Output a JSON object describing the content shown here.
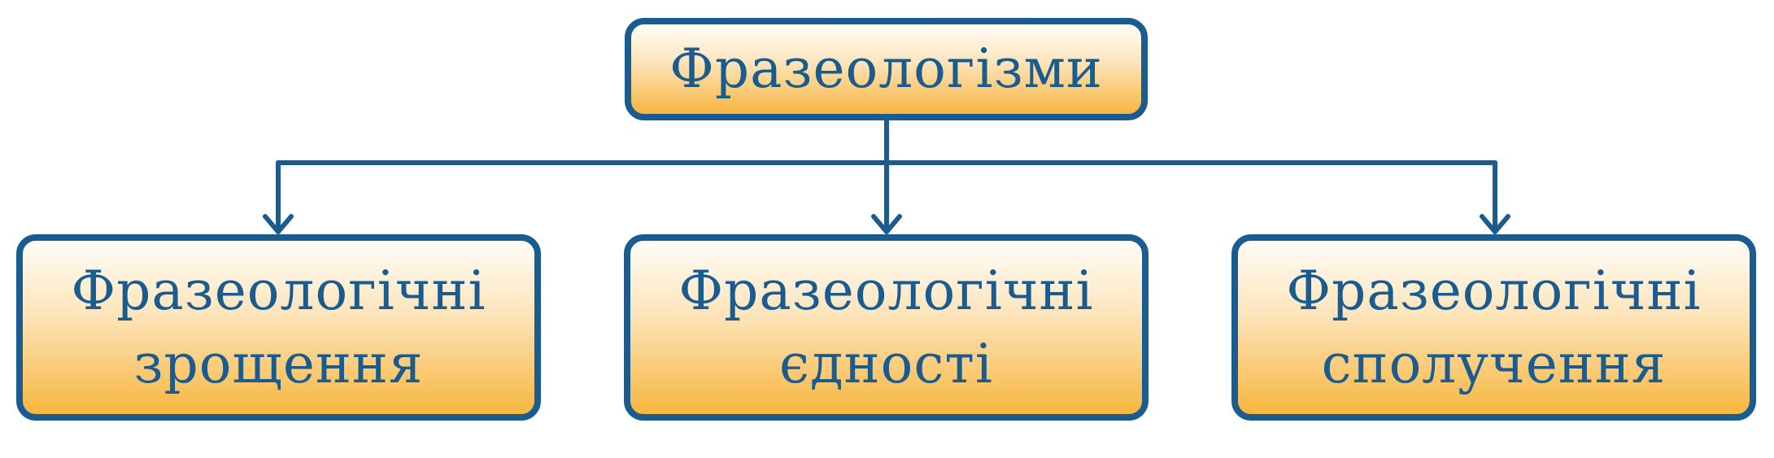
{
  "colors": {
    "stroke": "#1b5c90",
    "text": "#1b5c90",
    "fill_top": "#fffdf8",
    "fill_bottom": "#f7b640"
  },
  "root": {
    "label": "Фразеологізми"
  },
  "children": [
    {
      "line1": "Фразеологічні",
      "line2": "зрощення"
    },
    {
      "line1": "Фразеологічні",
      "line2": "єдності"
    },
    {
      "line1": "Фразеологічні",
      "line2": "сполучення"
    }
  ]
}
